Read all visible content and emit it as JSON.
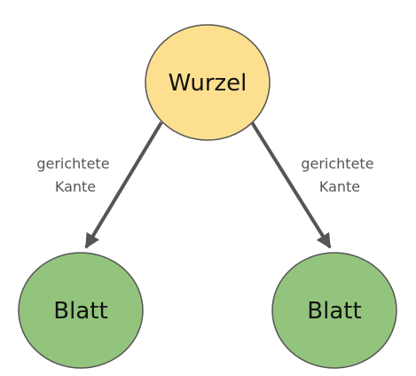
{
  "nodes": {
    "root": {
      "label": "Wurzel",
      "fill": "#fde08f",
      "stroke": "#555555"
    },
    "leaf_left": {
      "label": "Blatt",
      "fill": "#93c47d",
      "stroke": "#555555"
    },
    "leaf_right": {
      "label": "Blatt",
      "fill": "#93c47d",
      "stroke": "#555555"
    }
  },
  "edges": {
    "left": {
      "line1": "gerichtete",
      "line2": "Kante",
      "color": "#555555"
    },
    "right": {
      "line1": "gerichtete",
      "line2": "Kante",
      "color": "#555555"
    }
  }
}
